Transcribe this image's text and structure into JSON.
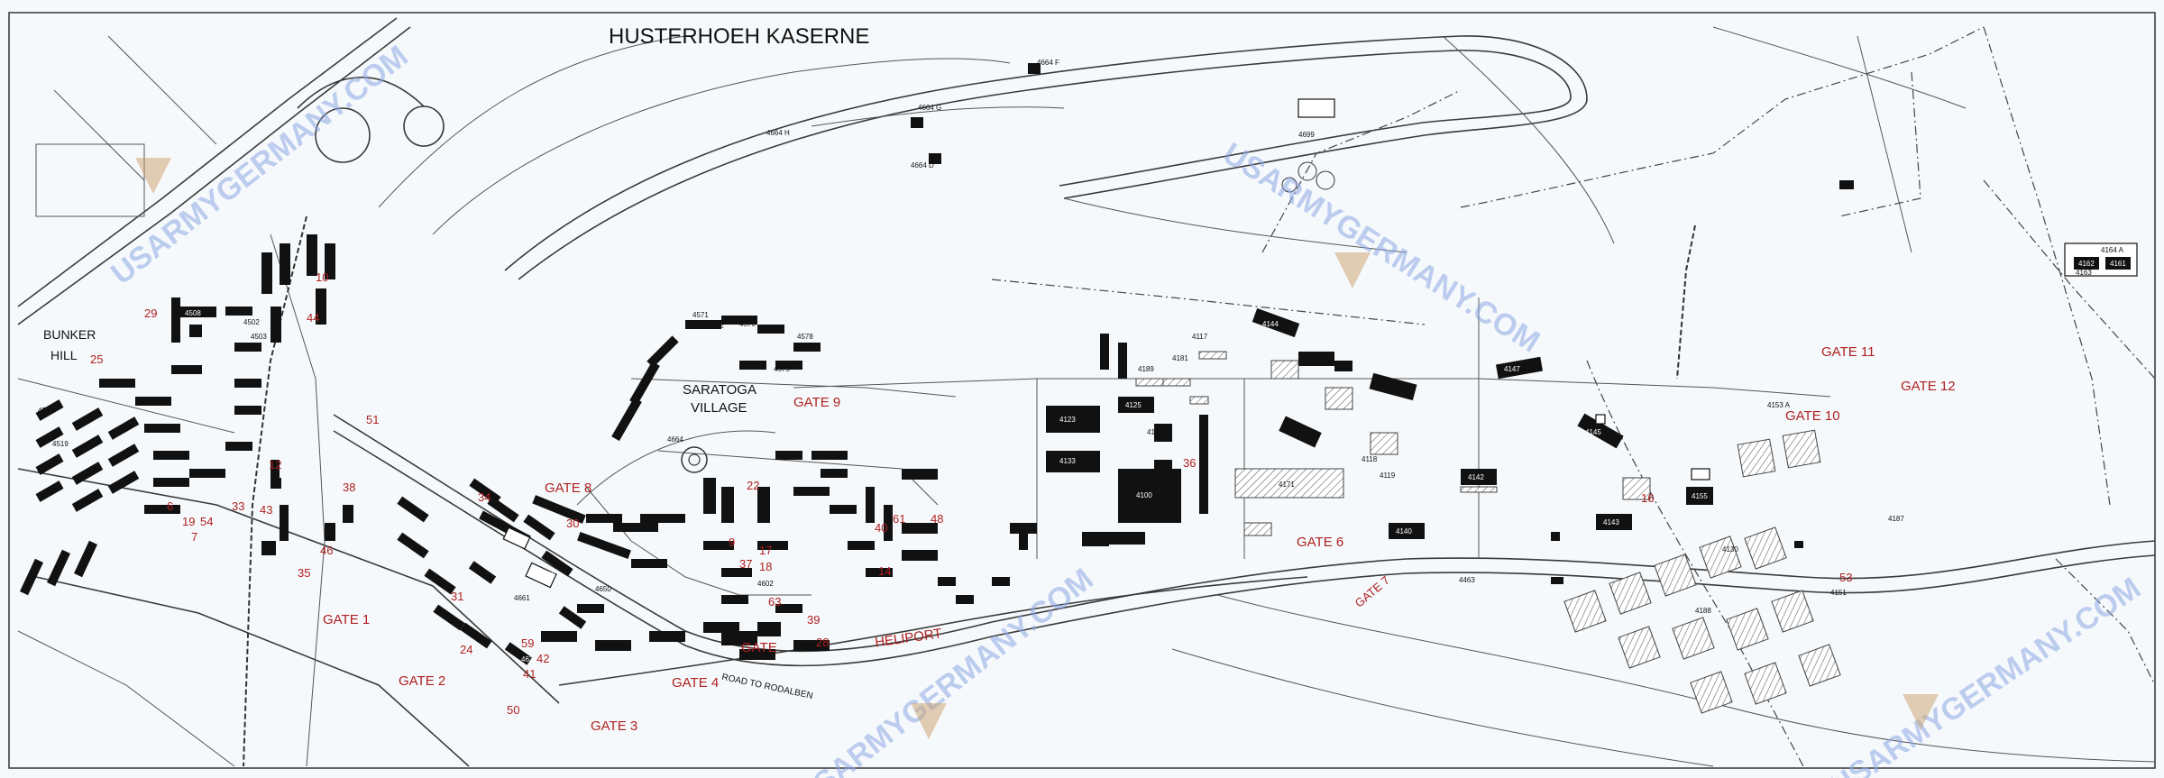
{
  "map": {
    "title": "HUSTERHOEH KASERNE",
    "areas": {
      "bunker_hill_1": "BUNKER",
      "bunker_hill_2": "HILL",
      "saratoga_1": "SARATOGA",
      "saratoga_2": "VILLAGE",
      "heliport": "HELIPORT",
      "road_note": "ROAD TO RODALBEN"
    },
    "gates": {
      "g1": "GATE 1",
      "g2": "GATE 2",
      "g3": "GATE 3",
      "g4": "GATE 4",
      "g5": "GATE",
      "g6": "GATE 6",
      "g7": "GATE 7",
      "g8": "GATE 8",
      "g9": "GATE 9",
      "g10": "GATE 10",
      "g11": "GATE 11",
      "g12": "GATE 12"
    },
    "watermark": "USARMYGERMANY.COM",
    "red_numbers": [
      "29",
      "25",
      "10",
      "44",
      "51",
      "12",
      "43",
      "38",
      "46",
      "35",
      "24",
      "30",
      "33",
      "34",
      "16",
      "18",
      "17",
      "22",
      "9",
      "39",
      "48",
      "61",
      "40",
      "14",
      "36",
      "53",
      "28",
      "31",
      "37",
      "50",
      "19",
      "54",
      "7",
      "6",
      "59",
      "41",
      "42",
      "63"
    ],
    "building_numbers": {
      "b4100": "4100",
      "b4123": "4123",
      "b4133": "4133",
      "b4125": "4125",
      "b4122": "4122",
      "b4118": "4118",
      "b4119": "4119",
      "b4140": "4140",
      "b4142": "4142",
      "b4144": "4144",
      "b4147": "4147",
      "b4143": "4143",
      "b4145": "4145",
      "b4155": "4155",
      "b4171": "4171",
      "b4117": "4117",
      "b4189": "4189",
      "b4181": "4181",
      "b4163": "4163",
      "b4162": "4162",
      "b4161": "4161",
      "b4164a": "4164 A",
      "b4153a": "4153 A",
      "b4664": "4664",
      "b4699": "4699",
      "b4664g": "4664 G",
      "b4664f": "4664 F",
      "b4664h": "4664 H",
      "b4664d": "4664 D",
      "b4508": "4508",
      "b4502": "4502",
      "b4503": "4503",
      "b4505": "4505",
      "b4510": "4510",
      "b4519": "4519",
      "b4520": "4520",
      "b4571": "4571",
      "b4572": "4572",
      "b4576": "4576",
      "b4578": "4578",
      "b4575": "4575",
      "b4632": "4632",
      "b4602": "4602",
      "b4650": "4650",
      "b4661": "4661",
      "b4668": "4668",
      "b4151": "4151",
      "b4187": "4187",
      "b4188": "4188",
      "b4130": "4130",
      "b4463": "4463"
    }
  },
  "colors": {
    "background": "#f6f9fb",
    "ink": "#111111",
    "red_label": "#b02020",
    "watermark": "#8ea8e6"
  }
}
